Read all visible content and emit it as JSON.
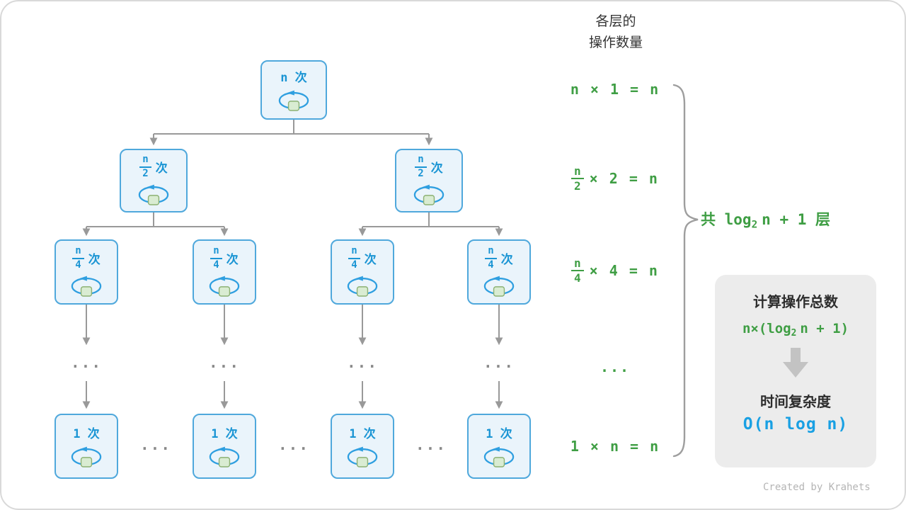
{
  "colors": {
    "node_border": "#4fa8dc",
    "node_fill": "#eaf4fb",
    "node_text_blue": "#1b95d4",
    "green_text": "#3f9e44",
    "result_blue": "#19a0e3",
    "arrow_gray": "#999999",
    "summary_bg": "#ececec"
  },
  "header": {
    "line1": "各层的",
    "line2": "操作数量"
  },
  "tree": {
    "root": {
      "label": "n 次"
    },
    "level2": [
      {
        "num": "n",
        "den": "2",
        "suffix": "次"
      },
      {
        "num": "n",
        "den": "2",
        "suffix": "次"
      }
    ],
    "level3": [
      {
        "num": "n",
        "den": "4",
        "suffix": "次"
      },
      {
        "num": "n",
        "den": "4",
        "suffix": "次"
      },
      {
        "num": "n",
        "den": "4",
        "suffix": "次"
      },
      {
        "num": "n",
        "den": "4",
        "suffix": "次"
      }
    ],
    "bottom": [
      {
        "label": "1 次"
      },
      {
        "label": "1 次"
      },
      {
        "label": "1 次"
      },
      {
        "label": "1 次"
      }
    ]
  },
  "symbols": {
    "ellipsis": "..."
  },
  "formulas": {
    "rows": [
      {
        "text": "n × 1 = n"
      },
      {
        "num": "n",
        "den": "2",
        "rest": "× 2 = n"
      },
      {
        "num": "n",
        "den": "4",
        "rest": "× 4 = n"
      },
      {
        "text": "..."
      },
      {
        "text": "1 × n = n"
      }
    ]
  },
  "brace": {
    "pre": "共 log",
    "sub": "2",
    "post": "n + 1 层"
  },
  "summary": {
    "title": "计算操作总数",
    "formula_pre": "n×(log",
    "formula_sub": "2",
    "formula_post": "n + 1)",
    "result_label": "时间复杂度",
    "result": "O(n log n)"
  },
  "credit": "Created by Krahets"
}
